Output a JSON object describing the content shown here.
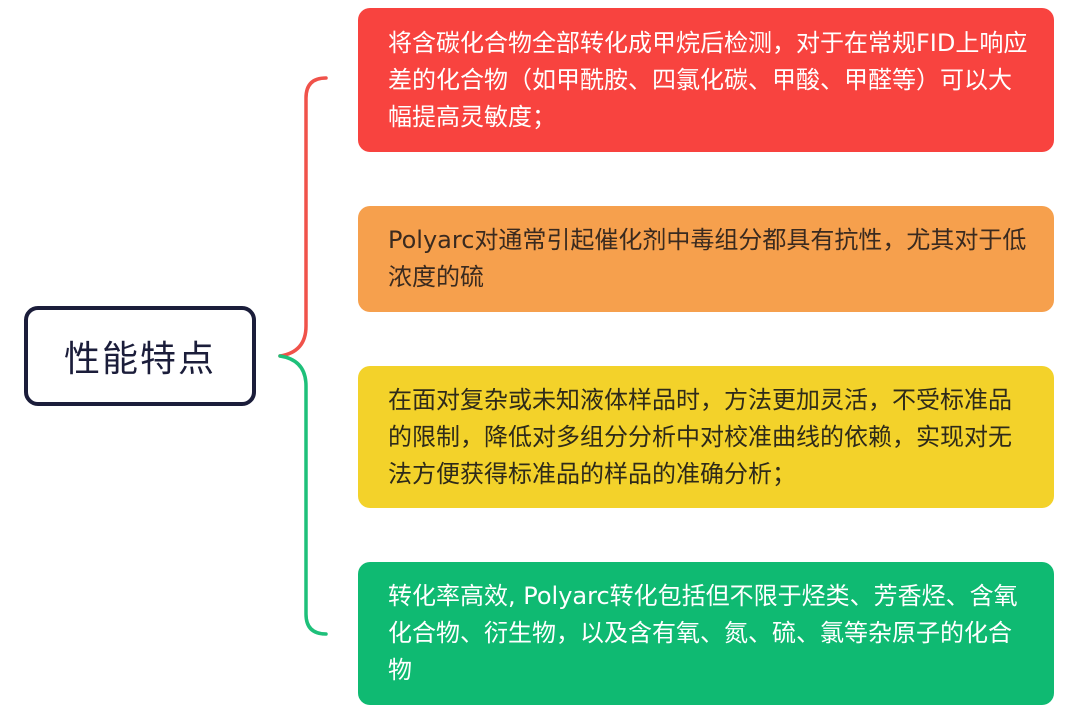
{
  "root": {
    "label": "性能特点"
  },
  "colors": {
    "root_border": "#1b1d3a",
    "brace_top": "#f0524a",
    "brace_bottom": "#1ec07a",
    "node_1": "#f8433f",
    "node_2": "#f6a04d",
    "node_3": "#f3d22a",
    "node_4": "#0fba72"
  },
  "nodes": [
    {
      "text": "将含碳化合物全部转化成甲烷后检测，对于在常规FID上响应差的化合物（如甲酰胺、四氯化碳、甲酸、甲醛等）可以大幅提高灵敏度；"
    },
    {
      "text": "Polyarc对通常引起催化剂中毒组分都具有抗性，尤其对于低浓度的硫"
    },
    {
      "text": "在面对复杂或未知液体样品时，方法更加灵活，不受标准品的限制，降低对多组分分析中对校准曲线的依赖，实现对无法方便获得标准品的样品的准确分析；"
    },
    {
      "text": "转化率高效, Polyarc转化包括但不限于烃类、芳香烃、含氧化合物、衍生物，以及含有氧、氮、硫、氯等杂原子的化合物"
    }
  ]
}
